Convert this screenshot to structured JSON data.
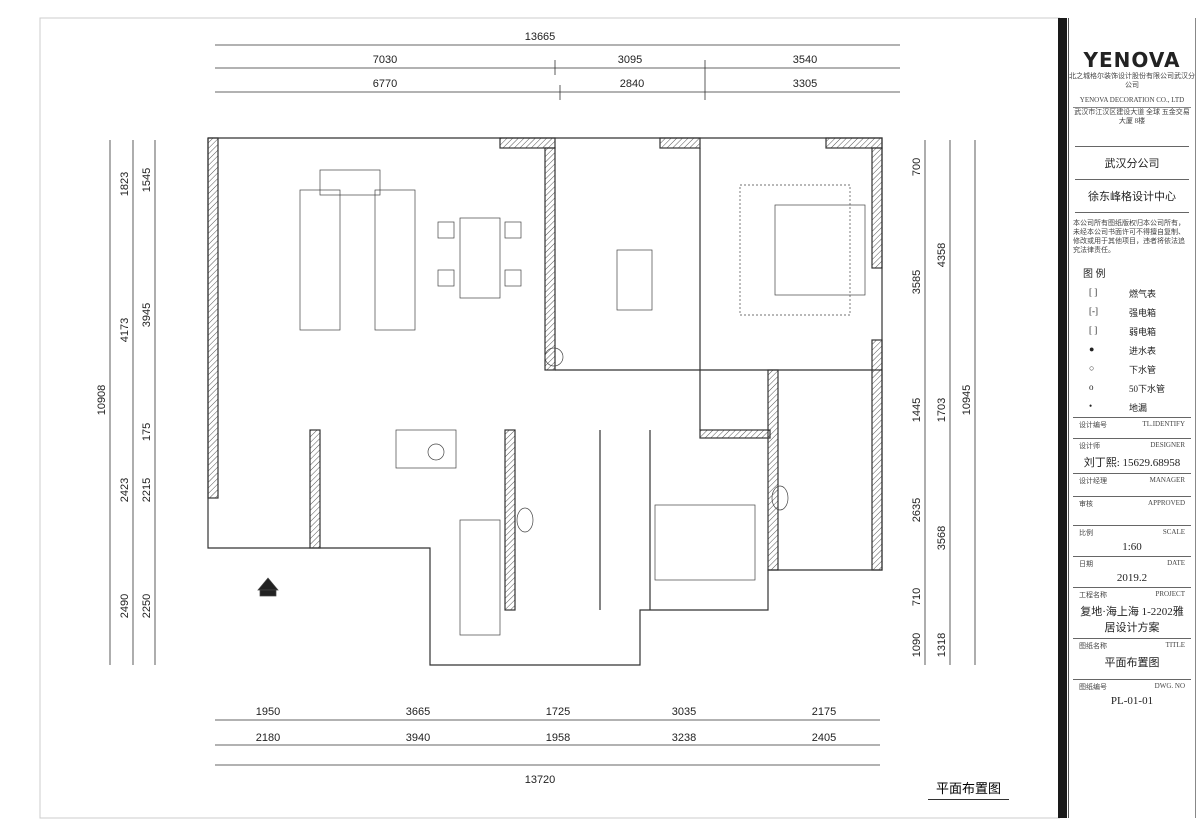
{
  "dims": {
    "top_total": "13665",
    "top_row1": [
      "7030",
      "3095",
      "3540"
    ],
    "top_row2": [
      "6770",
      "2840",
      "3305"
    ],
    "left_total": "10908",
    "left_col1": [
      "1823",
      "4173",
      "2423",
      "2490"
    ],
    "left_col2": [
      "1545",
      "3945",
      "175",
      "2215",
      "2250"
    ],
    "right_col1": [
      "700",
      "3585",
      "1445",
      "2635",
      "710",
      "1090"
    ],
    "right_col2": [
      "4358",
      "1703",
      "3568",
      "1318"
    ],
    "right_total": "10945",
    "bottom_row1": [
      "1950",
      "3665",
      "1725",
      "3035",
      "2175"
    ],
    "bottom_row2": [
      "2180",
      "3940",
      "1958",
      "3238",
      "2405"
    ],
    "bottom_total": "13720"
  },
  "plan_title": "平面布置图",
  "title_block": {
    "logo": "YENOVA",
    "company_cn": "北之城格尔装饰设计股份有限公司武汉分公司",
    "company_en": "YENOVA DECORATION CO., LTD",
    "address": "武汉市江汉区建设大道 全球 五金交易大厦 8楼",
    "branch": "武汉分公司",
    "studio": "徐东峰格设计中心",
    "notice": "本公司所有图纸版权归本公司所有，未经本公司书面许可不得擅自复制、修改或用于其他项目，违者将依法追究法律责任。",
    "legend_title": "图 例",
    "legend": [
      {
        "symbol": "[ ]",
        "label": "燃气表"
      },
      {
        "symbol": "[-]",
        "label": "强电箱"
      },
      {
        "symbol": "[ ]",
        "label": "弱电箱"
      },
      {
        "symbol": "●",
        "label": "进水表"
      },
      {
        "symbol": "○",
        "label": "下水管"
      },
      {
        "symbol": "o",
        "label": "50下水管"
      },
      {
        "symbol": "•",
        "label": "地漏"
      }
    ],
    "fields": [
      {
        "cn": "设计编号",
        "en": "TL.IDENTIFY",
        "value": ""
      },
      {
        "cn": "设计师",
        "en": "DESIGNER",
        "value": "刘丁熙: 15629.68958"
      },
      {
        "cn": "设计经理",
        "en": "MANAGER",
        "value": ""
      },
      {
        "cn": "审核",
        "en": "APPROVED",
        "value": ""
      },
      {
        "cn": "比例",
        "en": "SCALE",
        "value": "1:60"
      },
      {
        "cn": "日期",
        "en": "DATE",
        "value": "2019.2"
      },
      {
        "cn": "工程名称",
        "en": "PROJECT",
        "value": "复地·海上海 1-2202雅居设计方案"
      },
      {
        "cn": "图纸名称",
        "en": "TITLE",
        "value": "平面布置图"
      },
      {
        "cn": "图纸编号",
        "en": "DWG. NO",
        "value": "PL-01-01"
      }
    ]
  }
}
